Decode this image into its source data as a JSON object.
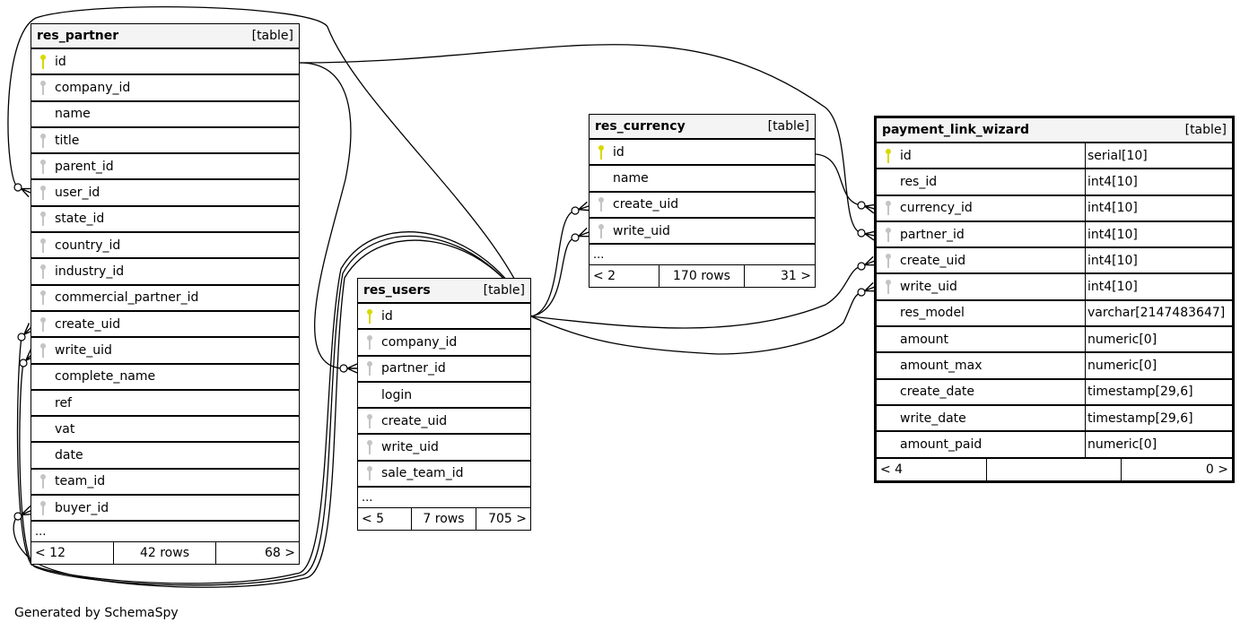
{
  "diagram": {
    "footer_text": "Generated by SchemaSpy",
    "colors": {
      "primary_key": "#d8d800",
      "foreign_key": "#c4c4c4",
      "header_bg": "#f4f4f4",
      "line": "#000000"
    },
    "tables": {
      "res_partner": {
        "name": "res_partner",
        "kind": "[table]",
        "columns": [
          {
            "name": "id",
            "key": "pk"
          },
          {
            "name": "company_id",
            "key": "fk"
          },
          {
            "name": "name",
            "key": ""
          },
          {
            "name": "title",
            "key": "fk"
          },
          {
            "name": "parent_id",
            "key": "fk"
          },
          {
            "name": "user_id",
            "key": "fk"
          },
          {
            "name": "state_id",
            "key": "fk"
          },
          {
            "name": "country_id",
            "key": "fk"
          },
          {
            "name": "industry_id",
            "key": "fk"
          },
          {
            "name": "commercial_partner_id",
            "key": "fk"
          },
          {
            "name": "create_uid",
            "key": "fk"
          },
          {
            "name": "write_uid",
            "key": "fk"
          },
          {
            "name": "complete_name",
            "key": ""
          },
          {
            "name": "ref",
            "key": ""
          },
          {
            "name": "vat",
            "key": ""
          },
          {
            "name": "date",
            "key": ""
          },
          {
            "name": "team_id",
            "key": "fk"
          },
          {
            "name": "buyer_id",
            "key": "fk"
          }
        ],
        "ellipsis": "...",
        "footer": {
          "parents": "< 12",
          "rows": "42 rows",
          "children": "68 >"
        }
      },
      "res_users": {
        "name": "res_users",
        "kind": "[table]",
        "columns": [
          {
            "name": "id",
            "key": "pk"
          },
          {
            "name": "company_id",
            "key": "fk"
          },
          {
            "name": "partner_id",
            "key": "fk"
          },
          {
            "name": "login",
            "key": ""
          },
          {
            "name": "create_uid",
            "key": "fk"
          },
          {
            "name": "write_uid",
            "key": "fk"
          },
          {
            "name": "sale_team_id",
            "key": "fk"
          }
        ],
        "ellipsis": "...",
        "footer": {
          "parents": "< 5",
          "rows": "7 rows",
          "children": "705 >"
        }
      },
      "res_currency": {
        "name": "res_currency",
        "kind": "[table]",
        "columns": [
          {
            "name": "id",
            "key": "pk"
          },
          {
            "name": "name",
            "key": ""
          },
          {
            "name": "create_uid",
            "key": "fk"
          },
          {
            "name": "write_uid",
            "key": "fk"
          }
        ],
        "ellipsis": "...",
        "footer": {
          "parents": "< 2",
          "rows": "170 rows",
          "children": "31 >"
        }
      },
      "payment_link_wizard": {
        "name": "payment_link_wizard",
        "kind": "[table]",
        "columns": [
          {
            "name": "id",
            "key": "pk",
            "type": "serial[10]"
          },
          {
            "name": "res_id",
            "key": "",
            "type": "int4[10]"
          },
          {
            "name": "currency_id",
            "key": "fk",
            "type": "int4[10]"
          },
          {
            "name": "partner_id",
            "key": "fk",
            "type": "int4[10]"
          },
          {
            "name": "create_uid",
            "key": "fk",
            "type": "int4[10]"
          },
          {
            "name": "write_uid",
            "key": "fk",
            "type": "int4[10]"
          },
          {
            "name": "res_model",
            "key": "",
            "type": "varchar[2147483647]"
          },
          {
            "name": "amount",
            "key": "",
            "type": "numeric[0]"
          },
          {
            "name": "amount_max",
            "key": "",
            "type": "numeric[0]"
          },
          {
            "name": "create_date",
            "key": "",
            "type": "timestamp[29,6]"
          },
          {
            "name": "write_date",
            "key": "",
            "type": "timestamp[29,6]"
          },
          {
            "name": "amount_paid",
            "key": "",
            "type": "numeric[0]"
          }
        ],
        "footer": {
          "parents": "< 4",
          "rows": "",
          "children": "0 >"
        }
      }
    },
    "relationships": [
      {
        "from": "res_partner.user_id",
        "to": "res_users.id"
      },
      {
        "from": "res_partner.create_uid",
        "to": "res_users.id"
      },
      {
        "from": "res_partner.write_uid",
        "to": "res_users.id"
      },
      {
        "from": "res_partner.buyer_id",
        "to": "res_users.id"
      },
      {
        "from": "res_users.partner_id",
        "to": "res_partner.id"
      },
      {
        "from": "res_currency.create_uid",
        "to": "res_users.id"
      },
      {
        "from": "res_currency.write_uid",
        "to": "res_users.id"
      },
      {
        "from": "payment_link_wizard.currency_id",
        "to": "res_currency.id"
      },
      {
        "from": "payment_link_wizard.partner_id",
        "to": "res_partner.id"
      },
      {
        "from": "payment_link_wizard.create_uid",
        "to": "res_users.id"
      },
      {
        "from": "payment_link_wizard.write_uid",
        "to": "res_users.id"
      }
    ]
  }
}
